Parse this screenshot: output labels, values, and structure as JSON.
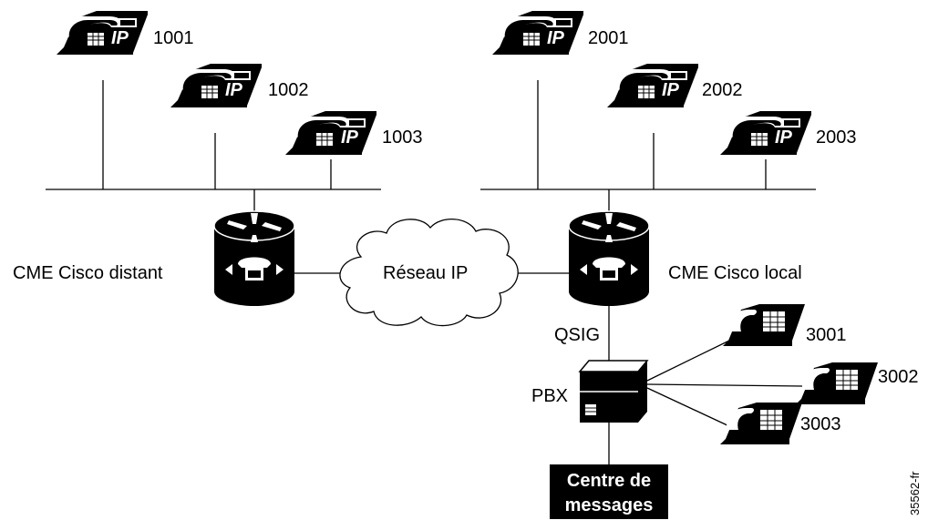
{
  "remote_router": {
    "label": "CME Cisco distant"
  },
  "local_router": {
    "label": "CME Cisco local"
  },
  "cloud": {
    "label": "Réseau IP"
  },
  "remote_phones": [
    {
      "number": "1001",
      "badge": "IP"
    },
    {
      "number": "1002",
      "badge": "IP"
    },
    {
      "number": "1003",
      "badge": "IP"
    }
  ],
  "local_phones": [
    {
      "number": "2001",
      "badge": "IP"
    },
    {
      "number": "2002",
      "badge": "IP"
    },
    {
      "number": "2003",
      "badge": "IP"
    }
  ],
  "pbx": {
    "label": "PBX",
    "trunk_label": "QSIG"
  },
  "analog_phones": [
    {
      "number": "3001"
    },
    {
      "number": "3002"
    },
    {
      "number": "3003"
    }
  ],
  "voicemail": {
    "line1": "Centre de",
    "line2": "messages"
  },
  "figure_id": "35562-fr"
}
